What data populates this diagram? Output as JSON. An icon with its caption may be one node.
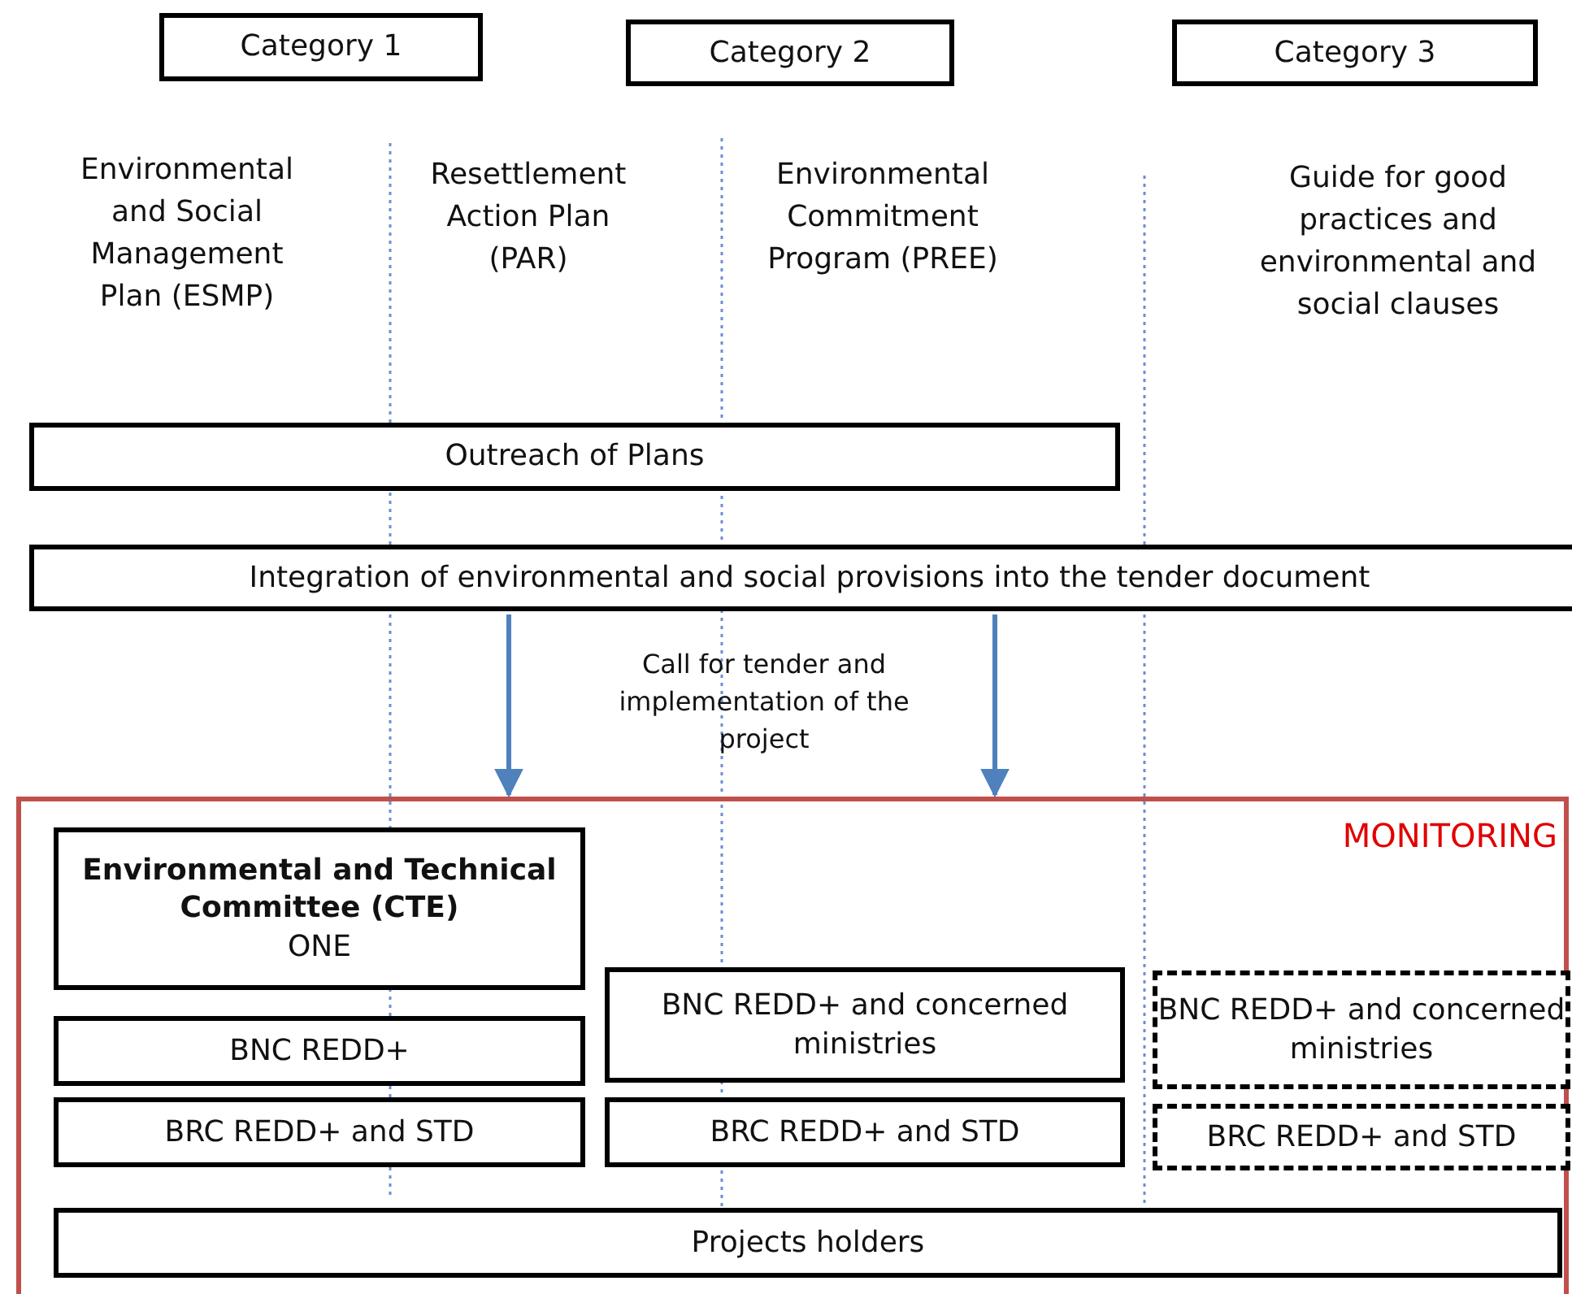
{
  "diagram": {
    "nodes": [
      {
        "text": [
          "Category 1"
        ]
      },
      {
        "text": [
          "Category 2"
        ]
      },
      {
        "text": [
          "Category 3"
        ]
      },
      {
        "text": [
          "Outreach of Plans"
        ]
      },
      {
        "text": [
          "Integration of environmental and social provisions into the tender document"
        ]
      },
      {
        "text": [
          "MONITORING"
        ]
      },
      {
        "text": [
          "Environmental and Technical Committee (CTE)",
          "ONE"
        ],
        "in": 5
      },
      {
        "text": [
          "BNC REDD+"
        ],
        "in": 5
      },
      {
        "text": [
          "BRC REDD+ and STD"
        ],
        "in": 5
      },
      {
        "text": [
          "BNC REDD+ and concerned ministries"
        ],
        "in": 5
      },
      {
        "text": [
          "BRC REDD+ and STD"
        ],
        "in": 5
      },
      {
        "text": [
          "BNC REDD+ and concerned ministries"
        ],
        "in": 5
      },
      {
        "text": [
          "BRC REDD+ and STD"
        ],
        "in": 5
      },
      {
        "text": [
          "Projects holders"
        ],
        "in": 5
      }
    ],
    "edges": [
      {
        "from": 4,
        "to": 5,
        "arrow": "to"
      },
      {
        "from": 4,
        "to": 5,
        "arrow": "to"
      }
    ],
    "labels": [
      "Environmental and Social Management Plan (ESMP)",
      "Resettlement Action Plan (PAR)",
      "Environmental Commitment Program (PREE)",
      "Guide for good practices and environmental and social clauses",
      "Call for tender and implementation of the project"
    ]
  }
}
